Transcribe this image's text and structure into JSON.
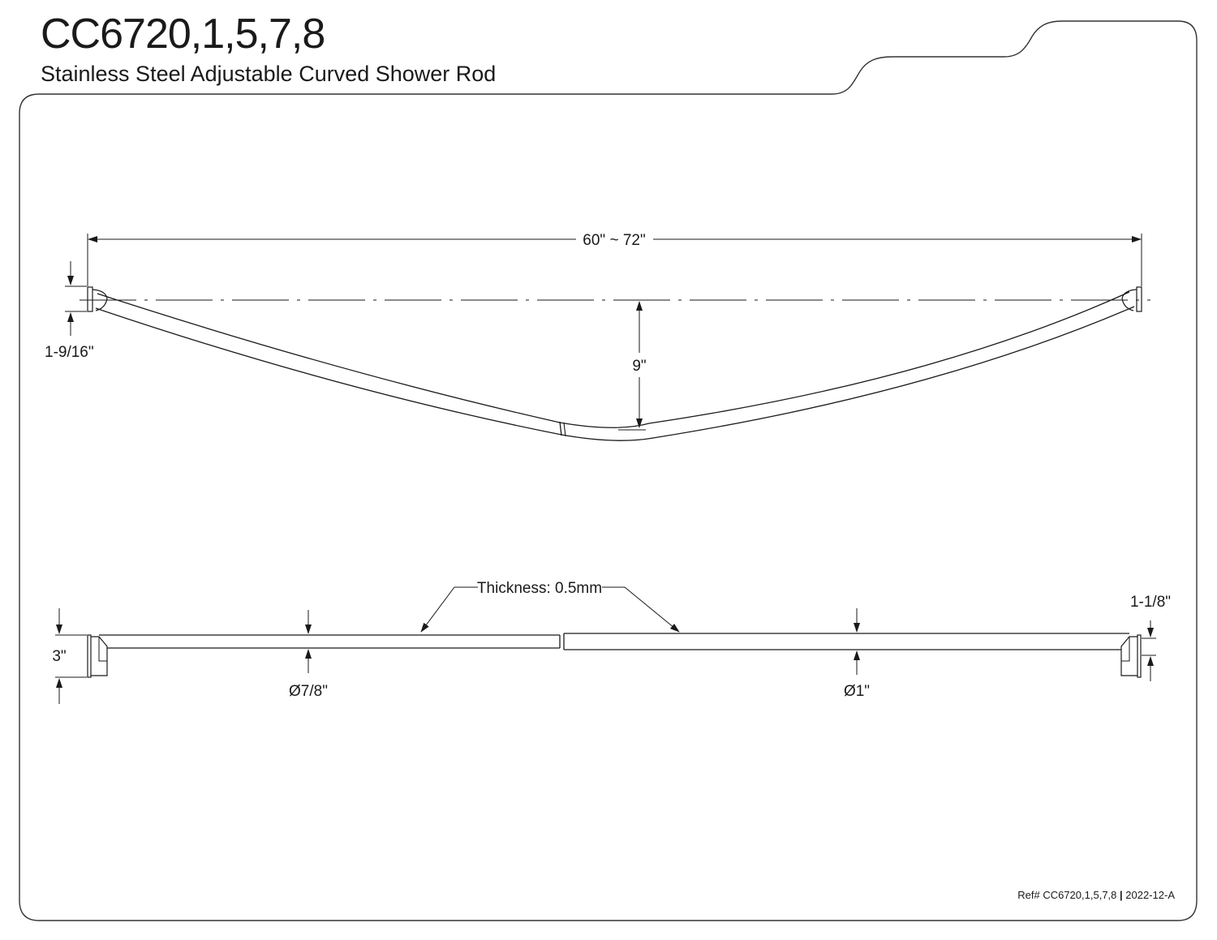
{
  "header": {
    "title": "CC6720,1,5,7,8",
    "subtitle": "Stainless Steel Adjustable Curved Shower Rod"
  },
  "top_view": {
    "overall_length_label": "60\" ~ 72\"",
    "drop_label": "9\"",
    "flange_offset_label": "1-9/16\""
  },
  "side_view": {
    "thickness_label": "Thickness: 0.5mm",
    "flange_height_label": "3\"",
    "small_tube_diameter_label": "Ø7/8\"",
    "large_tube_diameter_label": "Ø1\"",
    "flange_depth_label": "1-1/8\""
  },
  "footer": {
    "ref_label": "Ref# CC6720,1,5,7,8",
    "separator": "|",
    "revision": "2022-12-A"
  }
}
